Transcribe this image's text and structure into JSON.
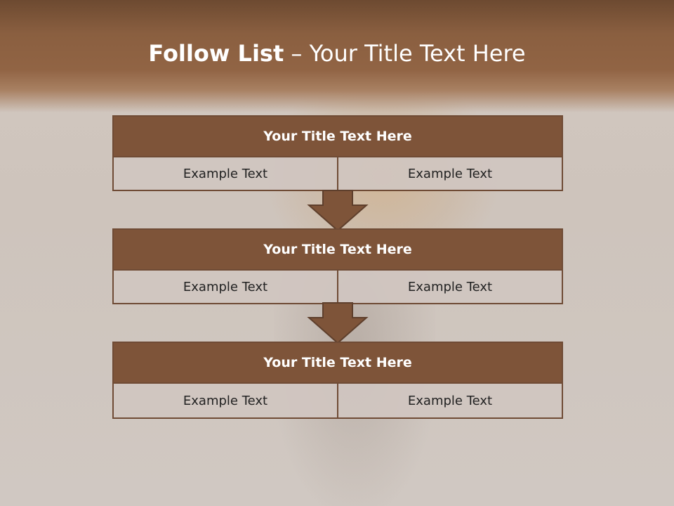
{
  "slide": {
    "title_bold": "Follow List",
    "title_rest": " – Your Title Text Here"
  },
  "rows": [
    {
      "heading": "Your Title Text Here",
      "left": "Example Text",
      "right": "Example Text"
    },
    {
      "heading": "Your Title Text Here",
      "left": "Example Text",
      "right": "Example Text"
    },
    {
      "heading": "Your Title Text Here",
      "left": "Example Text",
      "right": "Example Text"
    }
  ],
  "colors": {
    "header_brown": "#8a5f40",
    "box_fill": "#7e5439",
    "box_border": "#6f4b35",
    "background": "#d0c6bf"
  }
}
